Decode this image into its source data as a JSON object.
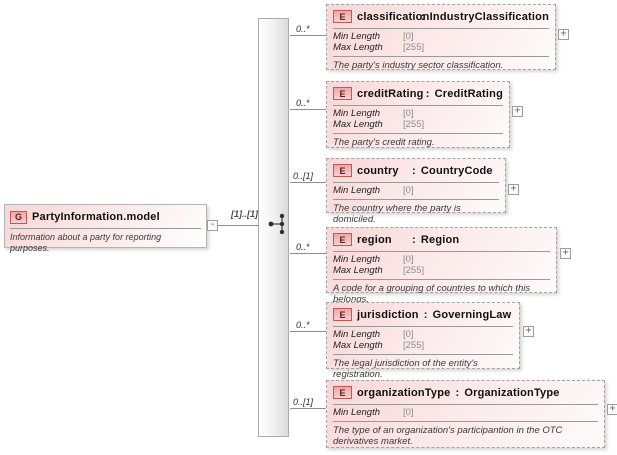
{
  "separator": ":",
  "icons": {
    "expand_glyph": "+",
    "collapse_glyph": "-"
  },
  "root": {
    "kind": "G",
    "title": "PartyInformation.model",
    "description": "Information about a party for reporting purposes.",
    "cardinality": "[1]..[1]"
  },
  "elements": [
    {
      "kind": "E",
      "name": "classification",
      "type": "IndustryClassification",
      "cardinality": "0..*",
      "facets": [
        {
          "label": "Min Length",
          "value": "[0]"
        },
        {
          "label": "Max Length",
          "value": "[255]"
        }
      ],
      "annotation": "The party's industry sector classification."
    },
    {
      "kind": "E",
      "name": "creditRating",
      "type": "CreditRating",
      "cardinality": "0..*",
      "facets": [
        {
          "label": "Min Length",
          "value": "[0]"
        },
        {
          "label": "Max Length",
          "value": "[255]"
        }
      ],
      "annotation": "The party's credit rating."
    },
    {
      "kind": "E",
      "name": "country",
      "type": "CountryCode",
      "cardinality": "0..[1]",
      "facets": [
        {
          "label": "Min Length",
          "value": "[0]"
        }
      ],
      "annotation": "The country where the party is domiciled."
    },
    {
      "kind": "E",
      "name": "region",
      "type": "Region",
      "cardinality": "0..*",
      "facets": [
        {
          "label": "Min Length",
          "value": "[0]"
        },
        {
          "label": "Max Length",
          "value": "[255]"
        }
      ],
      "annotation": "A code for a grouping of countries to which this belongs."
    },
    {
      "kind": "E",
      "name": "jurisdiction",
      "type": "GoverningLaw",
      "cardinality": "0..*",
      "facets": [
        {
          "label": "Min Length",
          "value": "[0]"
        },
        {
          "label": "Max Length",
          "value": "[255]"
        }
      ],
      "annotation": "The legal jurisdiction of the entity's registration."
    },
    {
      "kind": "E",
      "name": "organizationType",
      "type": "OrganizationType",
      "cardinality": "0..[1]",
      "facets": [
        {
          "label": "Min Length",
          "value": "[0]"
        }
      ],
      "annotation": "The type of an organization's participantion in the OTC derivatives market."
    }
  ]
}
